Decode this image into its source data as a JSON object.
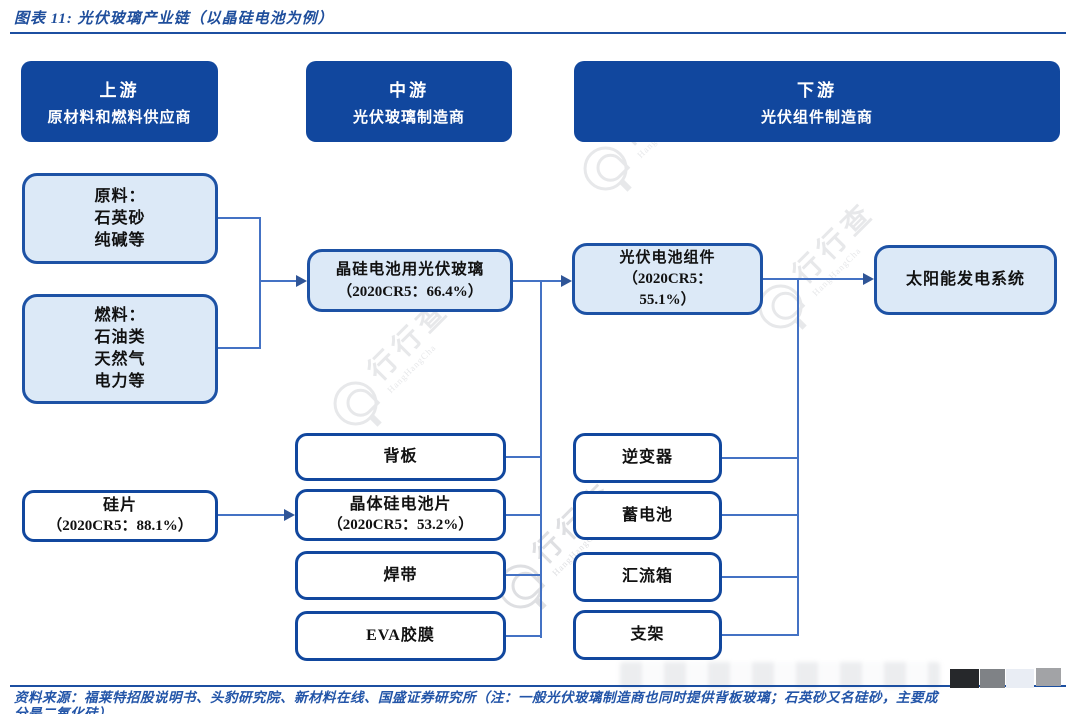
{
  "title": "图表 11:  光伏玻璃产业链（以晶硅电池为例）",
  "colors": {
    "stage_header_bg": "#11479E",
    "light_box_fill": "#DCE9F7",
    "light_box_border": "#1D52A5",
    "white_box_border": "#11479E",
    "connector_line": "#4472C4",
    "arrowhead": "#2F5597",
    "rule_line": "#1C4FA1",
    "title_text": "#1F4E9C",
    "footer_text": "#2355A8"
  },
  "stage_headers": [
    {
      "id": "upstream",
      "title": "上游",
      "subtitle": "原材料和燃料供应商"
    },
    {
      "id": "midstream",
      "title": "中游",
      "subtitle": "光伏玻璃制造商"
    },
    {
      "id": "downstream",
      "title": "下游",
      "subtitle": "光伏组件制造商"
    }
  ],
  "nodes": {
    "raw_material": {
      "lines": [
        "原料：",
        "石英砂",
        "纯碱等"
      ]
    },
    "fuel": {
      "lines": [
        "燃料：",
        "石油类",
        "天然气",
        "电力等"
      ]
    },
    "silicon_wafer": {
      "lines": [
        "硅片",
        "（2020CR5：88.1%）"
      ]
    },
    "pv_glass": {
      "lines": [
        "晶硅电池用光伏玻璃",
        "（2020CR5：66.4%）"
      ]
    },
    "backsheet": {
      "label": "背板"
    },
    "silicon_cell": {
      "lines": [
        "晶体硅电池片",
        "（2020CR5：53.2%）"
      ]
    },
    "solder_ribbon": {
      "label": "焊带"
    },
    "eva_film": {
      "label": "EVA胶膜"
    },
    "pv_module": {
      "lines": [
        "光伏电池组件",
        "（2020CR5：",
        "55.1%）"
      ]
    },
    "inverter": {
      "label": "逆变器"
    },
    "storage_battery": {
      "label": "蓄电池"
    },
    "combiner_box": {
      "label": "汇流箱"
    },
    "bracket": {
      "label": "支架"
    },
    "solar_power_system": {
      "label": "太阳能发电系统"
    }
  },
  "watermark": {
    "text": "行行查",
    "subtext": "HangHangCha"
  },
  "footer": {
    "line1": "资料来源：福莱特招股说明书、头豹研究院、新材料在线、国盛证券研究所（注：一般光伏玻璃制造商也同时提供背板玻璃；石英砂又名硅砂，主要成",
    "line2": "分是二氧化硅）"
  }
}
